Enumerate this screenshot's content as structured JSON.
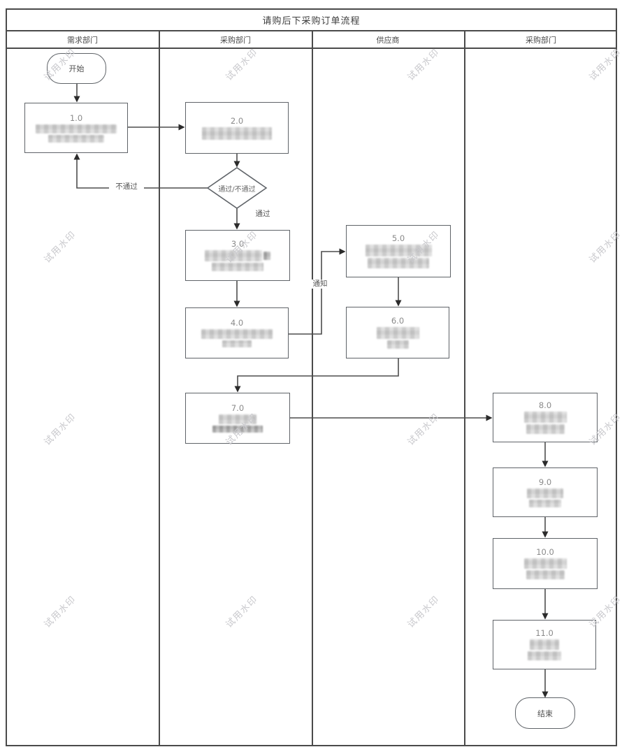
{
  "title": "请购后下采购订单流程",
  "lanes": [
    {
      "label": "需求部门"
    },
    {
      "label": "采购部门"
    },
    {
      "label": "供应商"
    },
    {
      "label": "采购部门"
    }
  ],
  "start_label": "开始",
  "end_label": "结束",
  "decision": {
    "label": "通过/不通过"
  },
  "edge_labels": {
    "reject": "不通过",
    "pass": "通过",
    "notify": "通知"
  },
  "watermark": {
    "text": "试用水印",
    "color": "#c9c9cd"
  },
  "nodes": [
    {
      "num": "1.0",
      "lane": "需求部门",
      "text_redacted": true
    },
    {
      "num": "2.0",
      "lane": "采购部门",
      "text_redacted": true
    },
    {
      "num": "3.0",
      "lane": "采购部门",
      "text_redacted": true
    },
    {
      "num": "4.0",
      "lane": "采购部门",
      "text_redacted": true
    },
    {
      "num": "5.0",
      "lane": "供应商",
      "text_redacted": true
    },
    {
      "num": "6.0",
      "lane": "供应商",
      "text_redacted": true
    },
    {
      "num": "7.0",
      "lane": "采购部门",
      "text_redacted": true
    },
    {
      "num": "8.0",
      "lane": "采购部门",
      "text_redacted": true
    },
    {
      "num": "9.0",
      "lane": "采购部门",
      "text_redacted": true
    },
    {
      "num": "10.0",
      "lane": "采购部门",
      "text_redacted": true
    },
    {
      "num": "11.0",
      "lane": "采购部门",
      "text_redacted": true
    }
  ],
  "colors": {
    "frame": "#4a4a4a",
    "connector": "#4d4d4d",
    "node_border": "#5f6368",
    "number_text": "#8a8a8a"
  }
}
